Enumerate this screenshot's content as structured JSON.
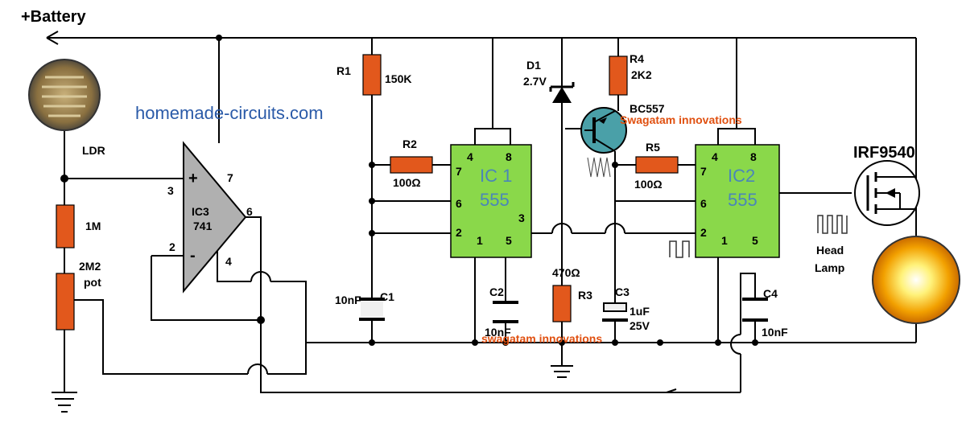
{
  "power": {
    "battery_label": "+Battery"
  },
  "watermarks": {
    "website": "homemade-circuits.com",
    "swagatam_1": "Swagatam innovations",
    "swagatam_2": "swagatam innovations"
  },
  "ldr": {
    "label": "LDR"
  },
  "resistors": {
    "r_1m": "1M",
    "pot": {
      "line1": "2M2",
      "line2": "pot"
    },
    "r1": {
      "name": "R1",
      "value": "150K"
    },
    "r2": {
      "name": "R2",
      "value": "100Ω"
    },
    "r3": {
      "name": "R3",
      "value": "470Ω"
    },
    "r4": {
      "name": "R4",
      "value": "2K2"
    },
    "r5": {
      "name": "R5",
      "value": "100Ω"
    }
  },
  "capacitors": {
    "c1": {
      "name": "C1",
      "value": "10nF"
    },
    "c2": {
      "name": "C2",
      "value": "10nF"
    },
    "c3": {
      "name": "C3",
      "value": "1uF",
      "voltage": "25V"
    },
    "c4": {
      "name": "C4",
      "value": "10nF"
    }
  },
  "diode": {
    "name": "D1",
    "value": "2.7V"
  },
  "transistor": {
    "name": "BC557"
  },
  "mosfet": {
    "name": "IRF9540"
  },
  "lamp": {
    "line1": "Head",
    "line2": "Lamp"
  },
  "ic3": {
    "name": "IC3",
    "part": "741",
    "pins": {
      "p2": "2",
      "p3": "3",
      "p4": "4",
      "p6": "6",
      "p7": "7"
    },
    "plus": "+",
    "minus": "-"
  },
  "ic1": {
    "name": "IC 1",
    "part": "555",
    "pins": {
      "p1": "1",
      "p2": "2",
      "p3": "3",
      "p4": "4",
      "p5": "5",
      "p6": "6",
      "p7": "7",
      "p8": "8"
    }
  },
  "ic2": {
    "name": "IC2",
    "part": "555",
    "pins": {
      "p1": "1",
      "p2": "2",
      "p4": "4",
      "p5": "5",
      "p6": "6",
      "p7": "7",
      "p8": "8"
    }
  },
  "colors": {
    "resistor": "#e2581c",
    "ic_body": "#8ad84a",
    "opamp_body": "#b0b0b0",
    "transistor_body": "#4aa0a8",
    "watermark": "#e05010",
    "ic_label": "#4a86b8"
  }
}
